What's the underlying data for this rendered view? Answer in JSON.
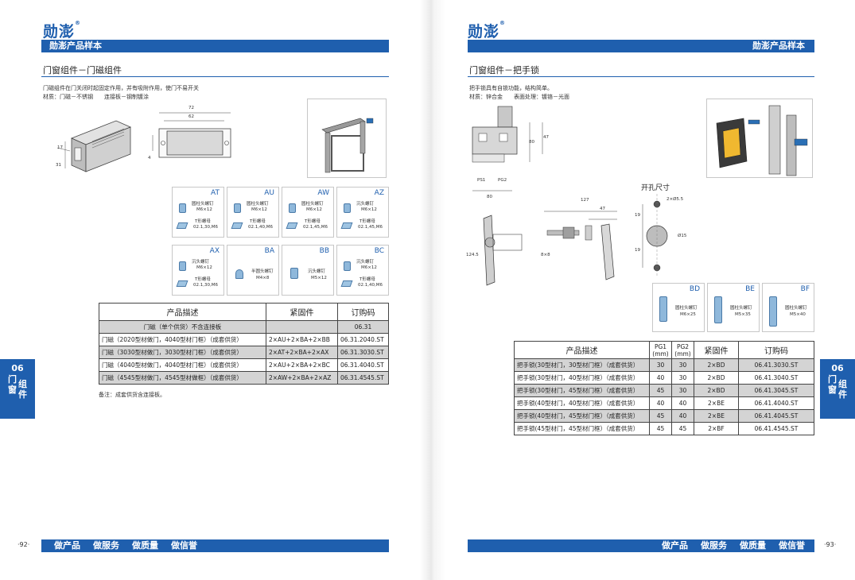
{
  "brand": {
    "logo": "勋澎",
    "reg": "®",
    "catalog": "勋澎产品样本"
  },
  "left": {
    "section_title": "门窗组件－门磁组件",
    "desc1": "门磁组件在门关闭时起固定作用，并有吸附作用，使门不易开关",
    "desc2": "材质：门磁－不锈钢　　连接板－钢制镀涂",
    "dims": {
      "w72": "72",
      "w62": "62",
      "h31": "31",
      "h17": "17",
      "h4": "4"
    },
    "parts": [
      {
        "code": "AT",
        "l1": "圆柱头螺钉",
        "l2": "M6×12",
        "l3": "T形螺母",
        "l4": "02.1,30,M6"
      },
      {
        "code": "AU",
        "l1": "圆柱头螺钉",
        "l2": "M6×12",
        "l3": "T形螺母",
        "l4": "02.1,40,M6"
      },
      {
        "code": "AW",
        "l1": "圆柱头螺钉",
        "l2": "M6×12",
        "l3": "T形螺母",
        "l4": "02.1,45,M6"
      },
      {
        "code": "AZ",
        "l1": "沉头螺钉",
        "l2": "M6×12",
        "l3": "T形螺母",
        "l4": "02.1,45,M6"
      },
      {
        "code": "AX",
        "l1": "沉头螺钉",
        "l2": "M6×12",
        "l3": "T形螺母",
        "l4": "02.1,30,M6"
      },
      {
        "code": "BA",
        "l1": "半圆头螺钉",
        "l2": "M4×8",
        "l3": "",
        "l4": ""
      },
      {
        "code": "BB",
        "l1": "沉头螺钉",
        "l2": "M5×12",
        "l3": "",
        "l4": ""
      },
      {
        "code": "BC",
        "l1": "沉头螺钉",
        "l2": "M6×12",
        "l3": "T形螺母",
        "l4": "02.1,40,M6"
      }
    ],
    "table": {
      "headers": [
        "产品描述",
        "紧固件",
        "订购码"
      ],
      "rows": [
        [
          "门磁（单个供货）不含连接板",
          "",
          "06.31"
        ],
        [
          "门磁（2020型材做门，4040型材门框）（成套供货）",
          "2×AU+2×BA+2×BB",
          "06.31.2040.ST"
        ],
        [
          "门磁（3030型材做门，3030型材门框）（成套供货）",
          "2×AT+2×BA+2×AX",
          "06.31.3030.ST"
        ],
        [
          "门磁（4040型材做门，4040型材门框）（成套供货）",
          "2×AU+2×BA+2×BC",
          "06.31.4040.ST"
        ],
        [
          "门磁（4545型材做门，4545型材做框）（成套供货）",
          "2×AW+2×BA+2×AZ",
          "06.31.4545.ST"
        ]
      ]
    },
    "note": "备注：成套供货含连接板。",
    "page": "·92·",
    "footer": [
      "做产品",
      "做服务",
      "做质量",
      "做信誉"
    ]
  },
  "right": {
    "section_title": "门窗组件－把手锁",
    "desc1": "把手锁具有自锁功能，结构简单。",
    "desc2": "材质：锌合金　　表面处理：镀铬－光面",
    "dims": {
      "d80": "80",
      "d47a": "47",
      "ps1": "PS1",
      "pg2": "PG2",
      "d80b": "80",
      "d127": "127",
      "d47b": "47",
      "d124": "124.5",
      "d8x8": "8×8"
    },
    "cutout": {
      "title": "开孔尺寸",
      "hole": "2×Ø5.5",
      "d19a": "19",
      "d19b": "19",
      "dia": "Ø15"
    },
    "parts": [
      {
        "code": "BD",
        "l1": "圆柱头螺钉",
        "l2": "M6×25"
      },
      {
        "code": "BE",
        "l1": "圆柱头螺钉",
        "l2": "M5×35"
      },
      {
        "code": "BF",
        "l1": "圆柱头螺钉",
        "l2": "M5×40"
      }
    ],
    "table": {
      "headers": [
        "产品描述",
        "PG1",
        "(mm)",
        "PG2",
        "(mm)",
        "紧固件",
        "订购码"
      ],
      "rows": [
        [
          "把手锁(30型材门，30型材门框）（成套供货）",
          "30",
          "30",
          "2×BD",
          "06.41.3030.ST"
        ],
        [
          "把手锁(30型材门，40型材门框）（成套供货）",
          "40",
          "30",
          "2×BD",
          "06.41.3040.ST"
        ],
        [
          "把手锁(30型材门，45型材门框）（成套供货）",
          "45",
          "30",
          "2×BD",
          "06.41.3045.ST"
        ],
        [
          "把手锁(40型材门，40型材门框）（成套供货）",
          "40",
          "40",
          "2×BE",
          "06.41.4040.ST"
        ],
        [
          "把手锁(40型材门，45型材门框）（成套供货）",
          "45",
          "40",
          "2×BE",
          "06.41.4045.ST"
        ],
        [
          "把手锁(45型材门，45型材门框）（成套供货）",
          "45",
          "45",
          "2×BF",
          "06.41.4545.ST"
        ]
      ]
    },
    "page": "·93·",
    "footer": [
      "做产品",
      "做服务",
      "做质量",
      "做信誉"
    ]
  },
  "side_tab": {
    "num": "06",
    "c1": "门",
    "c2": "窗",
    "c3": "组",
    "c4": "件"
  },
  "colors": {
    "brand_blue": "#1f5fae",
    "row_gray": "#d4d4d4"
  }
}
